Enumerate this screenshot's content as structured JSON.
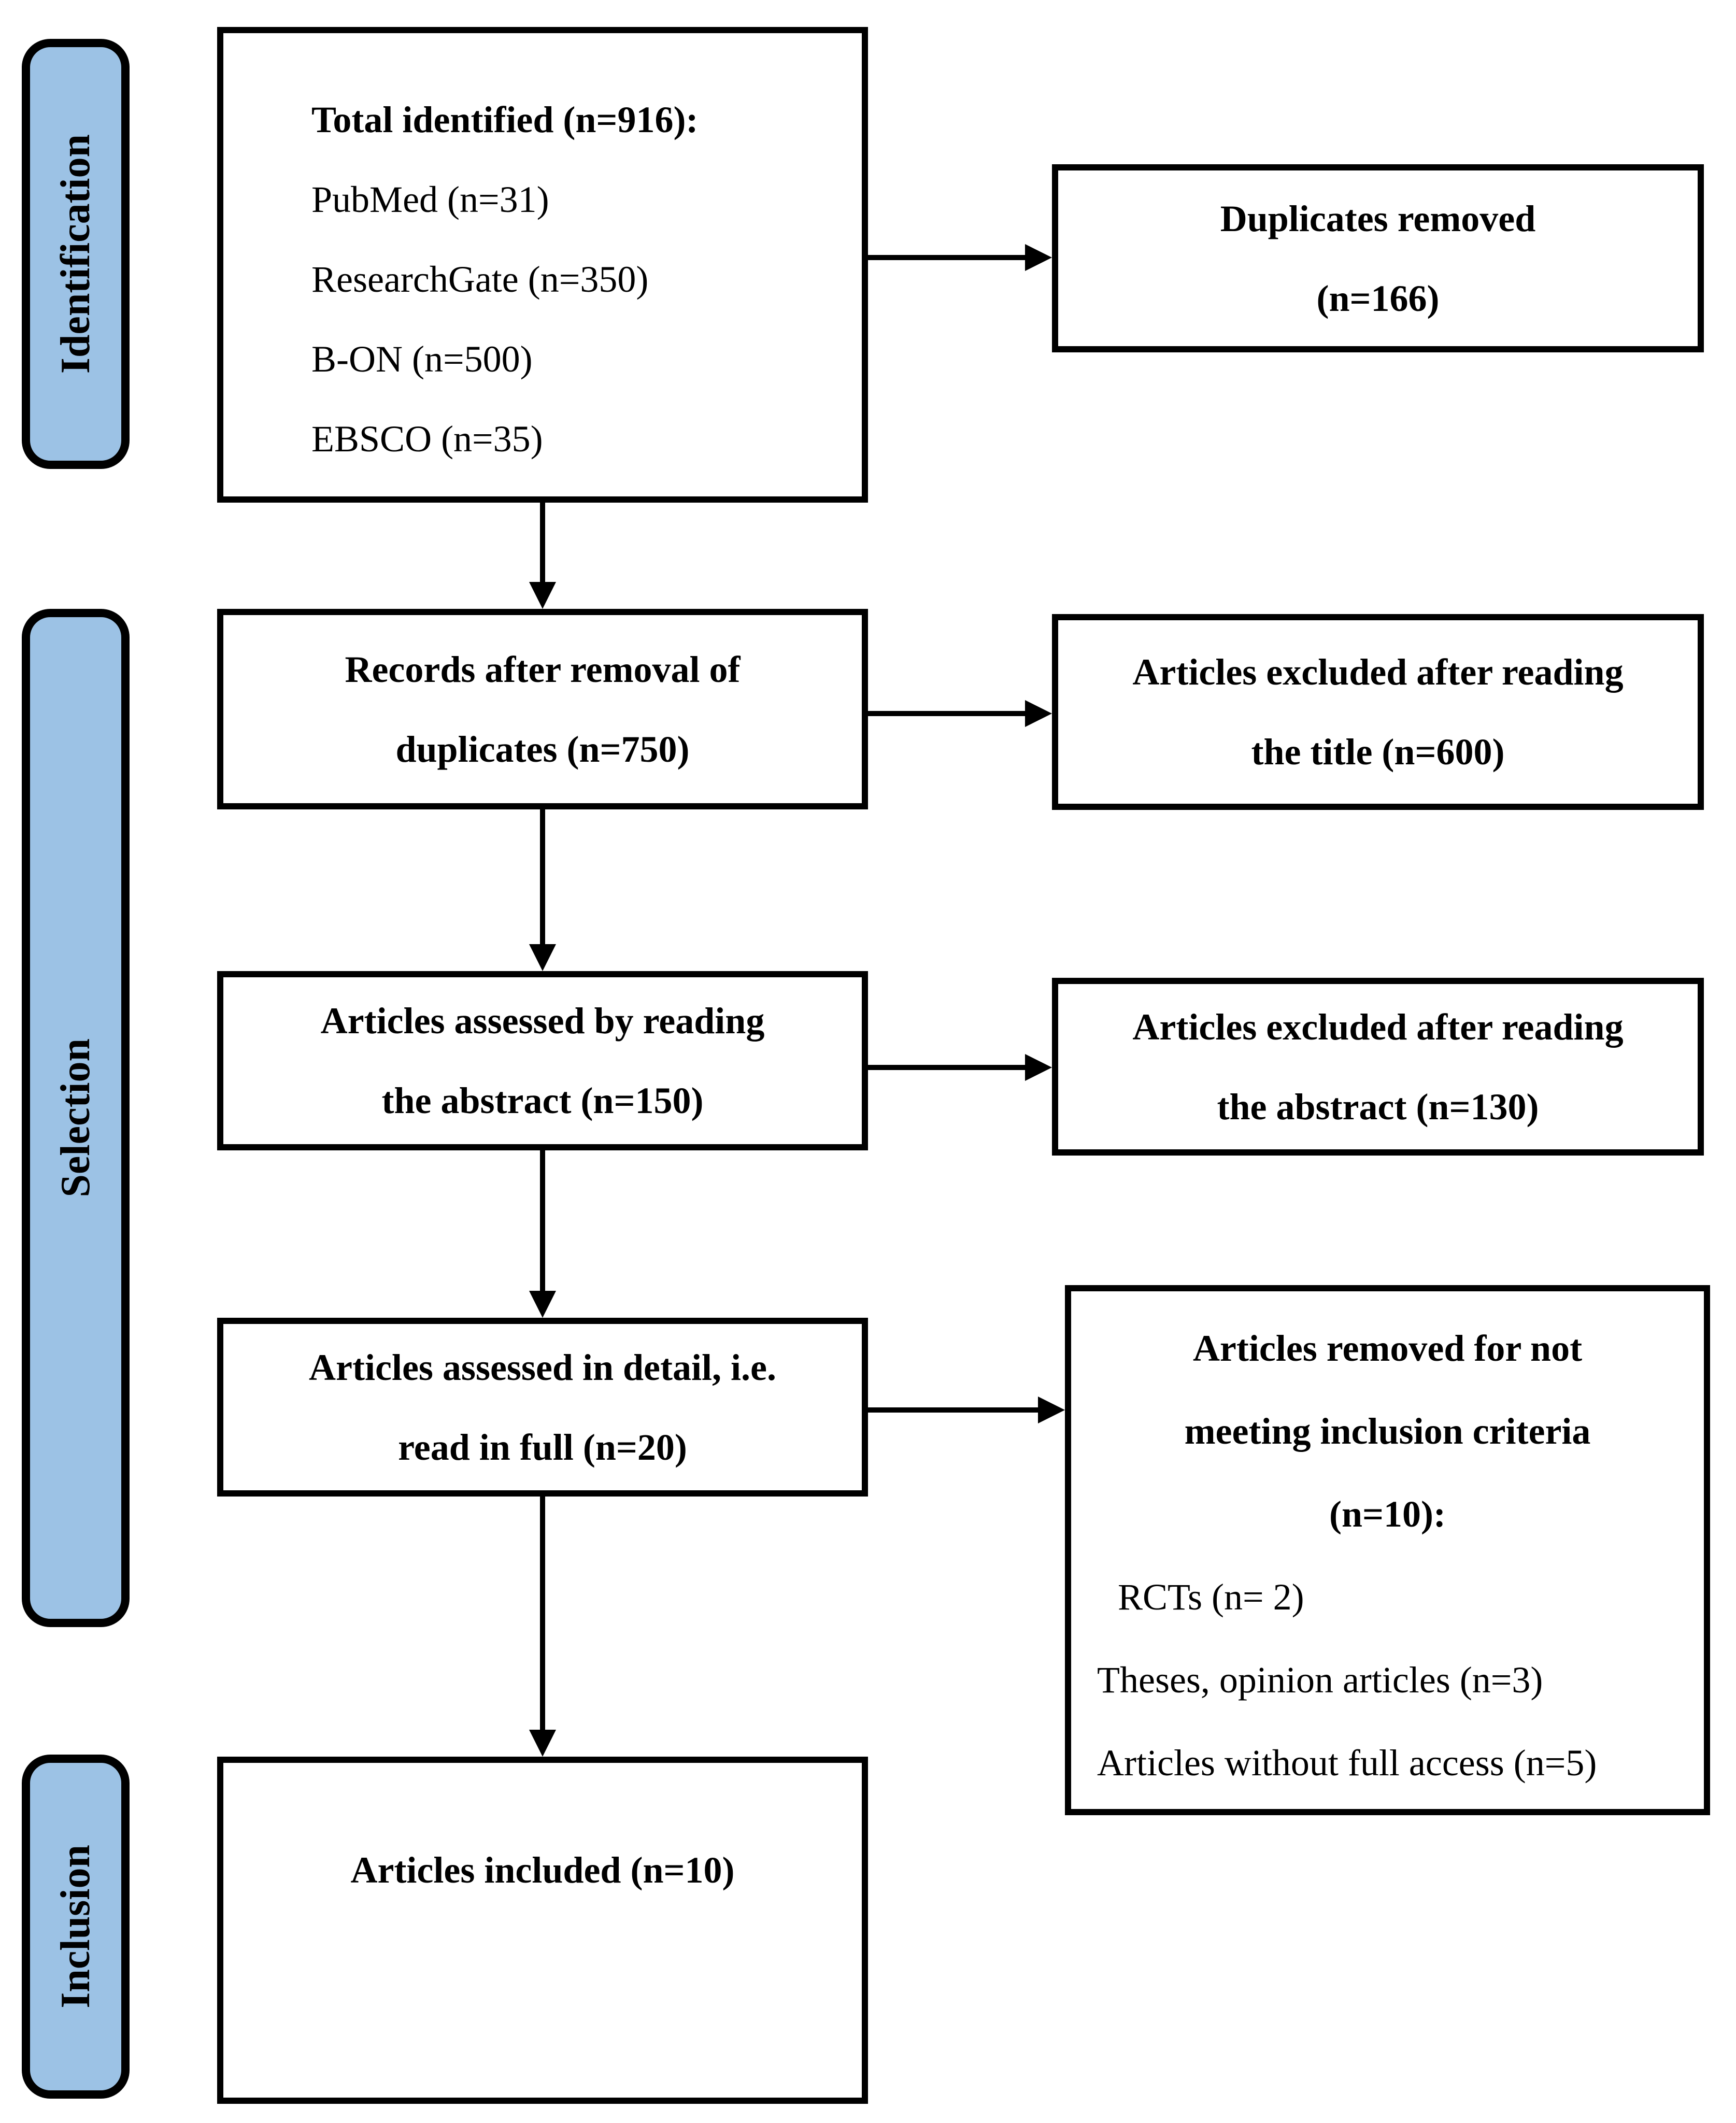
{
  "colors": {
    "stage_fill": "#9cc2e5",
    "border": "#000000",
    "background": "#ffffff"
  },
  "stages": {
    "identification": "Identification",
    "selection": "Selection",
    "inclusion": "Inclusion"
  },
  "boxes": {
    "identified": {
      "title": "Total identified (n=916):",
      "source1": "PubMed (n=31)",
      "source2": "ResearchGate (n=350)",
      "source3": "B-ON (n=500)",
      "source4": "EBSCO (n=35)"
    },
    "duplicates_removed": {
      "line1": "Duplicates removed",
      "line2": "(n=166)"
    },
    "after_duplicates": {
      "line1": "Records after removal of",
      "line2": "duplicates (n=750)"
    },
    "excluded_title": {
      "line1": "Articles excluded after reading",
      "line2": "the title (n=600)"
    },
    "assessed_abstract": {
      "line1": "Articles assessed by reading",
      "line2": "the abstract (n=150)"
    },
    "excluded_abstract": {
      "line1": "Articles excluded after reading",
      "line2": "the abstract (n=130)"
    },
    "assessed_full": {
      "line1": "Articles assessed in detail, i.e.",
      "line2": "read in full (n=20)"
    },
    "removed_criteria": {
      "line1": "Articles removed for not",
      "line2": "meeting inclusion criteria",
      "line3": "(n=10):",
      "reason1": "RCTs (n= 2)",
      "reason2": "Theses, opinion articles (n=3)",
      "reason3": "Articles without full access (n=5)"
    },
    "included": {
      "line1": "Articles included (n=10)"
    }
  }
}
